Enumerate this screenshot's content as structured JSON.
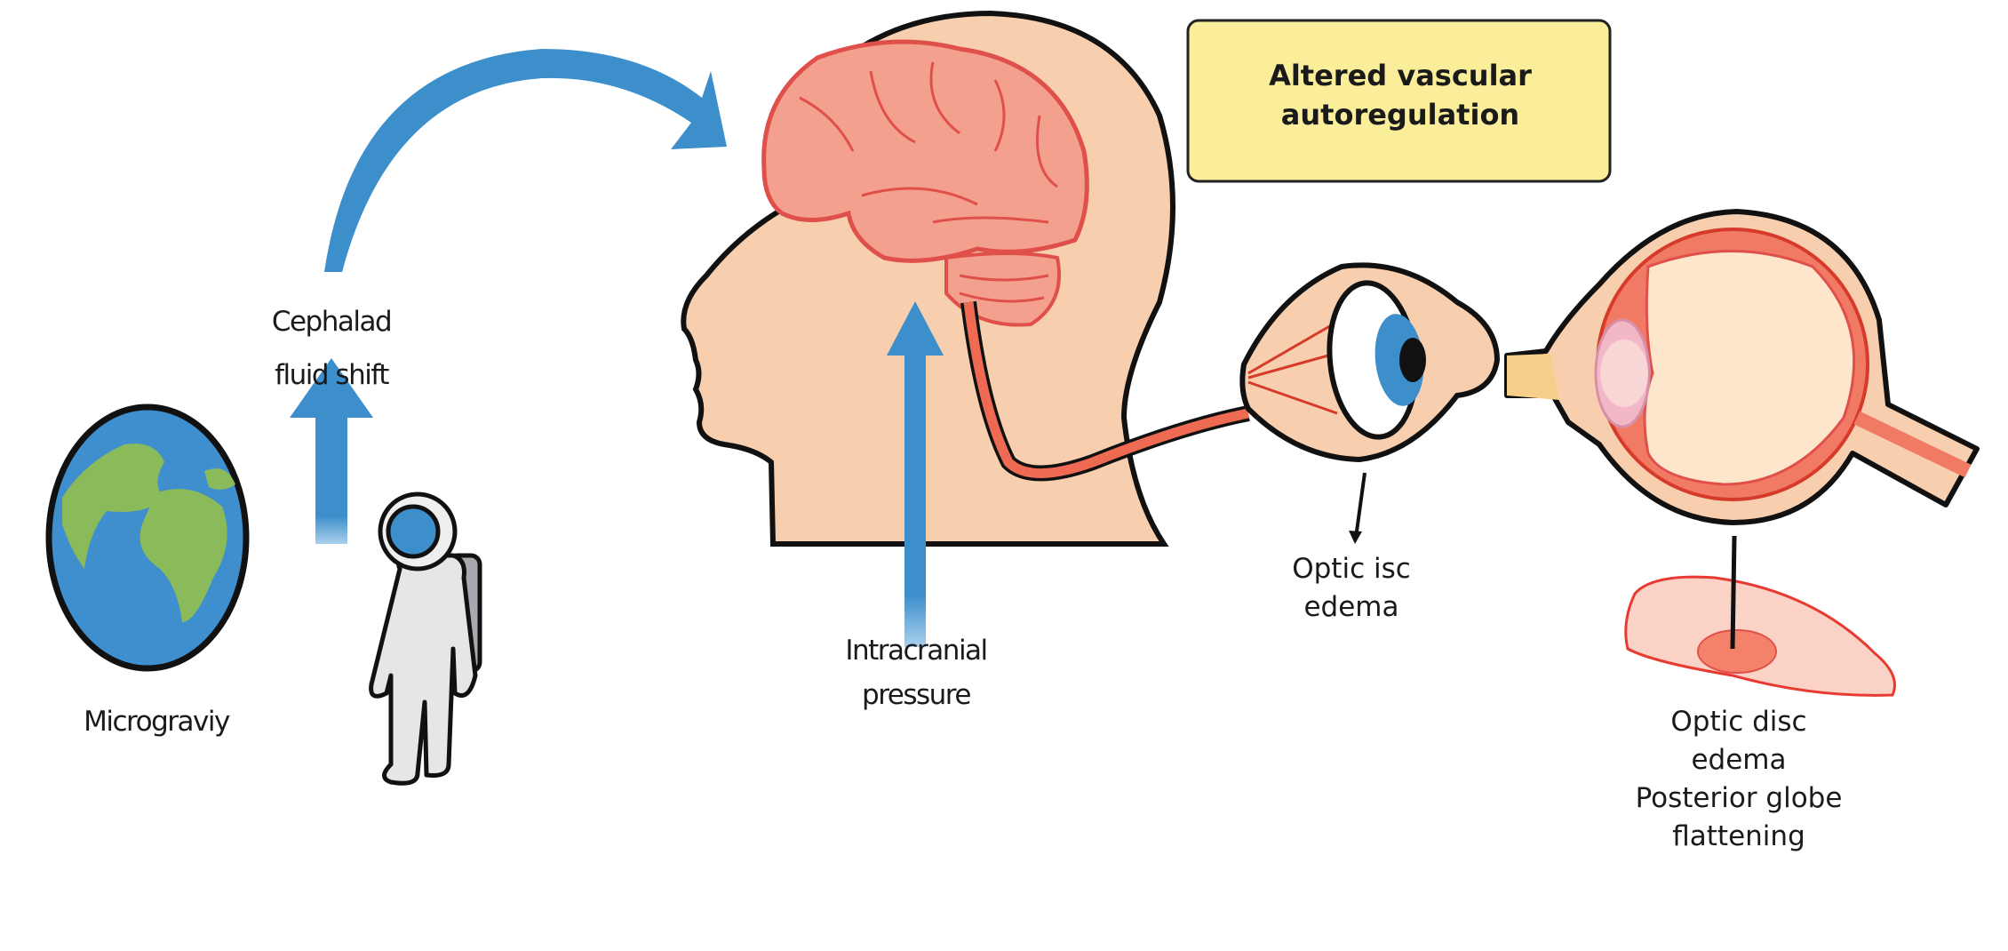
{
  "labels": {
    "microgravity": "Micrograviy",
    "cephalad_line1": "Cephalad",
    "cephalad_line2": "fluid shift",
    "icp_line1": "Intracranial",
    "icp_line2": "pressure",
    "optic_isc_line1": "Optic isc",
    "optic_isc_line2": "edema",
    "optic_disc_line1": "Optic disc",
    "optic_disc_line2": "edema",
    "globe_line1": "Posterior globe",
    "globe_line2": "flattening"
  },
  "callout": {
    "line1": "Altered vascular",
    "line2": "autoregulation"
  },
  "colors": {
    "arrow_blue": "#3d8fcc",
    "skin": "#f8cfae",
    "brain": "#f4a08e",
    "brain_line": "#e0504a",
    "callout_bg": "#fbee9a",
    "earth_ocean": "#3f8fcf",
    "earth_land": "#8aba5a"
  }
}
